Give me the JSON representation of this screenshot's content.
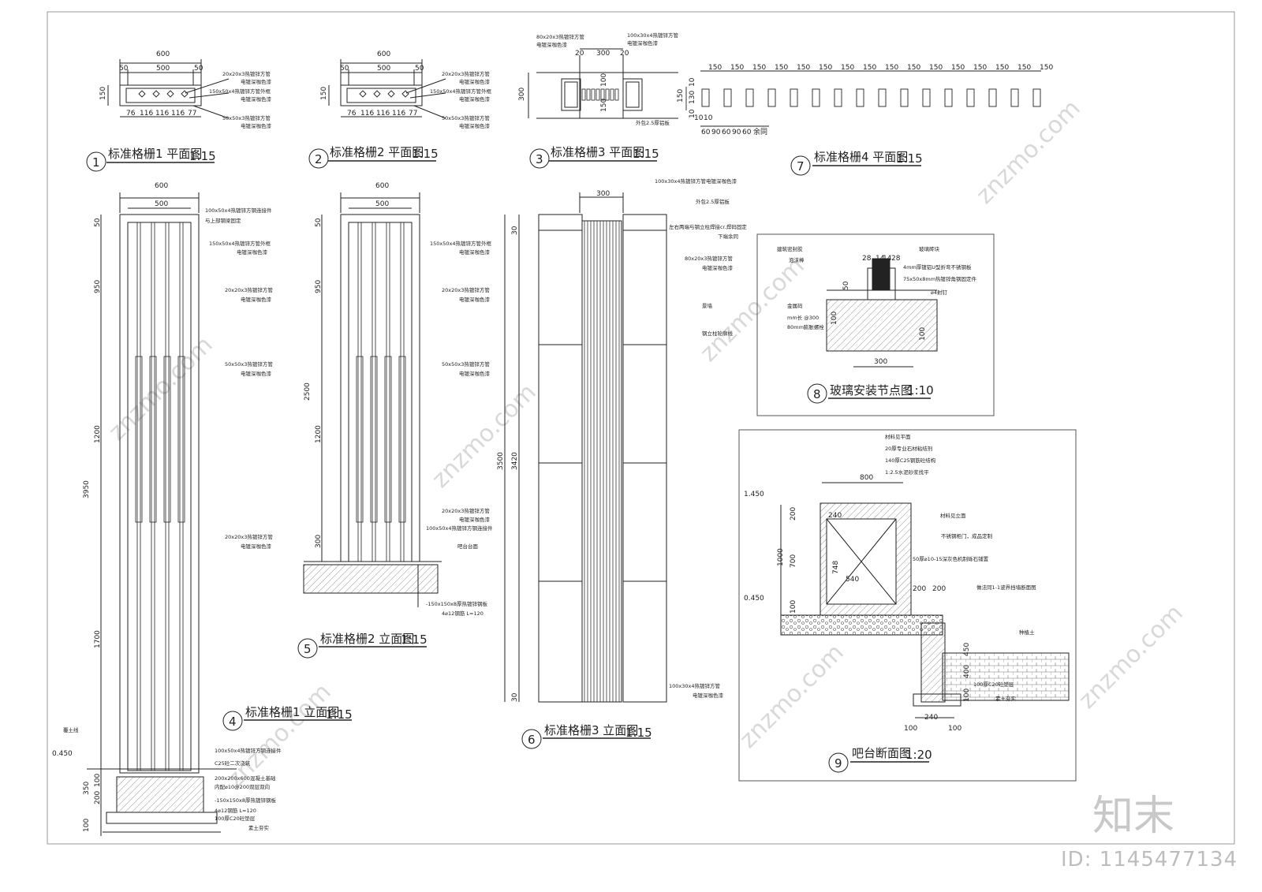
{
  "titles": {
    "t1": {
      "num": "1",
      "text": "标准格栅1 平面图",
      "scale": "1:15"
    },
    "t2": {
      "num": "2",
      "text": "标准格栅2 平面图",
      "scale": "1:15"
    },
    "t3": {
      "num": "3",
      "text": "标准格栅3 平面图",
      "scale": "1:15"
    },
    "t4": {
      "num": "4",
      "text": "标准格栅1 立面图",
      "scale": "1:15"
    },
    "t5": {
      "num": "5",
      "text": "标准格栅2 立面图",
      "scale": "1:15"
    },
    "t6": {
      "num": "6",
      "text": "标准格栅3 立面图",
      "scale": "1:15"
    },
    "t7": {
      "num": "7",
      "text": "标准格栅4 平面图",
      "scale": "1:15"
    },
    "t8": {
      "num": "8",
      "text": "玻璃安装节点图",
      "scale": "1:10"
    },
    "t9": {
      "num": "9",
      "text": "吧台断面图",
      "scale": "1:20"
    }
  },
  "plan1": {
    "dims": [
      "600",
      "50",
      "500",
      "50",
      "150",
      "76",
      "116",
      "116",
      "116",
      "77"
    ],
    "notes": [
      "20x20x3热镀锌方管",
      "电镀深咖色漆",
      "150x50x4热镀锌方管外框",
      "电镀深咖色漆",
      "50x50x3热镀锌方管",
      "电镀深咖色漆"
    ]
  },
  "plan2": {
    "dims": [
      "600",
      "50",
      "500",
      "50",
      "150",
      "76",
      "116",
      "116",
      "116",
      "77"
    ],
    "notes": [
      "20x20x3热镀锌方管",
      "电镀深咖色漆",
      "150x50x4热镀锌方管外框",
      "电镀深咖色漆",
      "50x50x3热镀锌方管",
      "电镀深咖色漆"
    ]
  },
  "plan3": {
    "dims": [
      "20",
      "300",
      "20",
      "300",
      "100",
      "150"
    ],
    "notes": [
      "80x20x3热镀锌方管",
      "电镀深咖色漆",
      "100x30x4热镀锌方管",
      "电镀深咖色漆",
      "外包2.5厚铝板"
    ]
  },
  "plan7": {
    "dims": [
      "150",
      "130",
      "10",
      "10",
      "10",
      "10",
      "60",
      "90",
      "60",
      "90",
      "60",
      "余同"
    ],
    "repeat": "150"
  },
  "elev1": {
    "dims": [
      "600",
      "500",
      "50",
      "950",
      "1200",
      "3950",
      "1700",
      "350",
      "200",
      "100",
      "100",
      "0.450"
    ],
    "notes": [
      "100x50x4热镀锌方钢连接件",
      "与上部钢梁固定",
      "150x50x4热镀锌方管外框",
      "电镀深咖色漆",
      "20x20x3热镀锌方管",
      "电镀深咖色漆",
      "50x50x3热镀锌方管",
      "电镀深咖色漆",
      "20x20x3热镀锌方管",
      "电镀深咖色漆",
      "覆土线",
      "100x50x4热镀锌方钢连接件",
      "C25砼二次浇筑",
      "200x200x600混凝土基础",
      "内配⌀10@200双层双向",
      "-150x150x8厚热镀锌钢板",
      "4⌀12钢筋 L=120",
      "100厚C20砼垫层",
      "素土夯实"
    ]
  },
  "elev2": {
    "dims": [
      "600",
      "500",
      "50",
      "950",
      "1200",
      "2500",
      "300"
    ],
    "notes": [
      "150x50x4热镀锌方管外框",
      "电镀深咖色漆",
      "20x20x3热镀锌方管",
      "电镀深咖色漆",
      "50x50x3热镀锌方管",
      "电镀深咖色漆",
      "20x20x3热镀锌方管",
      "电镀深咖色漆",
      "100x50x4热镀锌方钢连接件",
      "吧台台面",
      "-150x150x8厚热镀锌钢板",
      "4⌀12钢筋 L=120"
    ]
  },
  "elev3": {
    "dims": [
      "300",
      "30",
      "3500",
      "3420",
      "30"
    ],
    "notes": [
      "100x30x4热镀锌方管电镀深咖色漆",
      "外包2.5厚铝板",
      "左右两端与钢立柱焊接cr.焊码固定",
      "下端余同",
      "80x20x3热镀锌方管",
      "电镀深咖色漆",
      "景墙",
      "钢立柱轮廓线",
      "100x30x4热镀锌方管",
      "电镀深咖色漆"
    ]
  },
  "detail8": {
    "dims": [
      "28",
      "14",
      "14",
      "28",
      "50",
      "100",
      "300",
      "100"
    ],
    "notes": [
      "建筑密封胶",
      "玻璃砖块",
      "4mm厚镀铝U型折弯不锈钢板",
      "75x50x8mm热镀锌角钢固定件",
      "⌀4射钉",
      "泡沫棒",
      "金属码",
      "mm长 @300",
      "80mm膨胀螺栓"
    ]
  },
  "section9": {
    "dims": [
      "800",
      "1.450",
      "200",
      "240",
      "1000",
      "700",
      "748",
      "540",
      "100",
      "200",
      "200",
      "0.450",
      "450",
      "400",
      "100",
      "240",
      "100",
      "100"
    ],
    "notes": [
      "材料见平面",
      "20厚专业石材粘结剂",
      "140厚C25钢筋砼结构",
      "1:2.5水泥砂浆找平",
      "材料见立面",
      "不锈钢柜门，成品定制",
      "50厚⌀10-15深灰色机制砾石铺置",
      "做法同1-1波界挡墙断面图",
      "种植土",
      "100厚C20砼垫层",
      "素土夯实"
    ]
  },
  "brand": {
    "logo": "知末",
    "id": "ID: 1145477134"
  },
  "watermark": "znzmo.com",
  "colors": {
    "line": "#222222",
    "hatch": "#555555",
    "watermark": "#d9d9d9"
  }
}
